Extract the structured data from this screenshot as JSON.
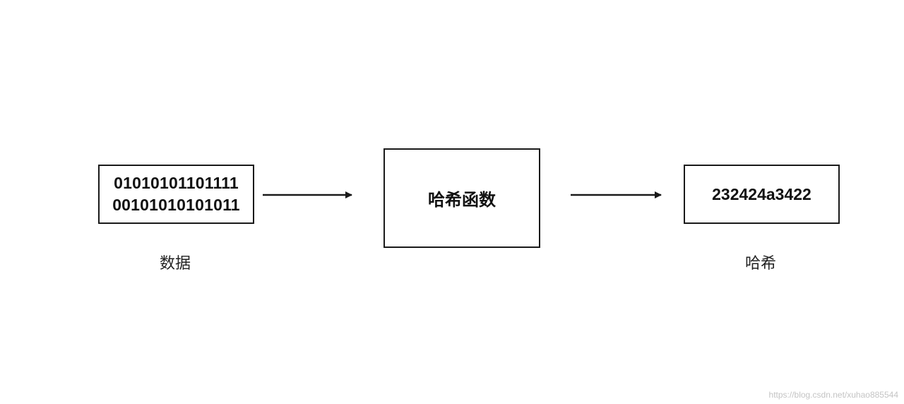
{
  "diagram": {
    "input_box": {
      "lines": [
        "01010101101111",
        "00101010101011"
      ],
      "caption": "数据"
    },
    "function_box": {
      "label": "哈希函数"
    },
    "output_box": {
      "value": "232424a3422",
      "caption": "哈希"
    },
    "watermark": "https://blog.csdn.net/xuhao885544",
    "colors": {
      "stroke": "#1a1a1a",
      "background": "#ffffff"
    }
  }
}
